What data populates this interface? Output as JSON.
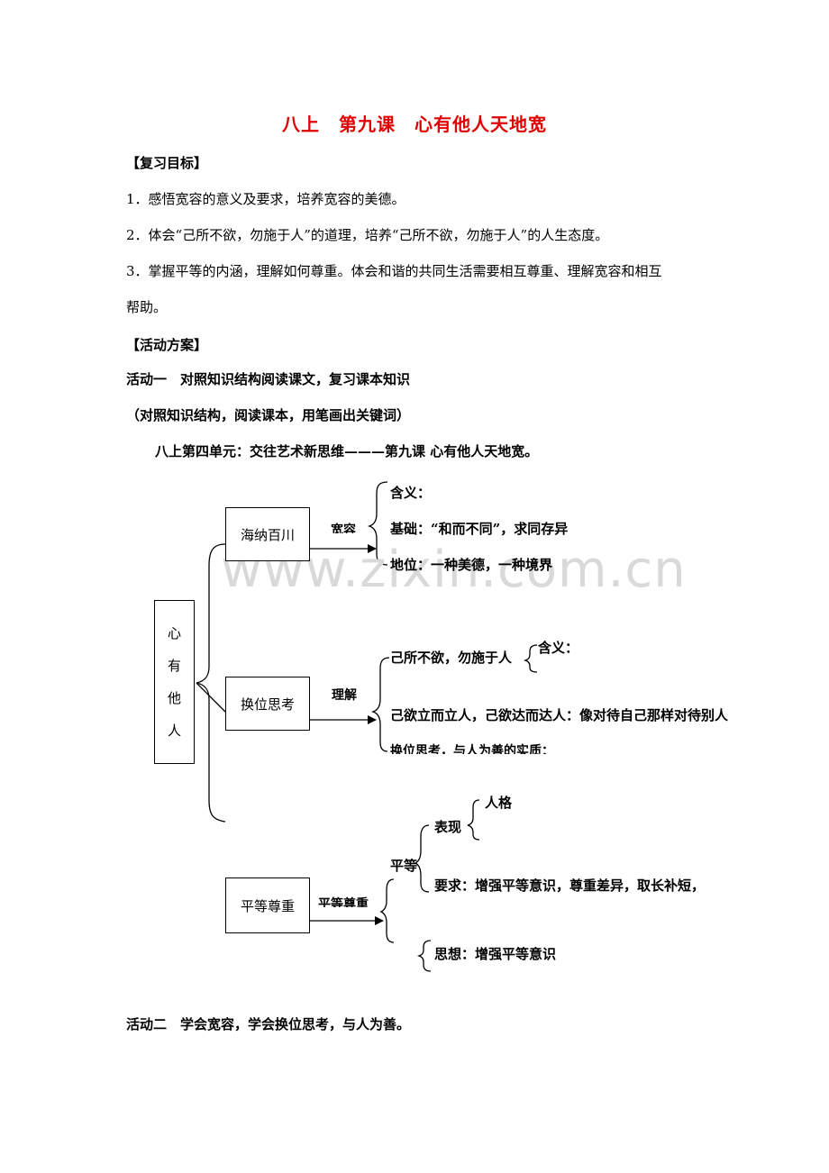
{
  "title": "八上　第九课　心有他人天地宽",
  "review": {
    "heading": "【复习目标】",
    "items": [
      "1．感悟宽容的意义及要求，培养宽容的美德。",
      "2．体会“己所不欲，勿施于人”的道理，培养“己所不欲，勿施于人”的人生态度。",
      "3．掌握平等的内涵，理解如何尊重。体会和谐的共同生活需要相互尊重、理解宽容和相互",
      "帮助。"
    ]
  },
  "activities": {
    "heading": "【活动方案】",
    "activity1_title": "活动一　对照知识结构阅读课文，复习课本知识",
    "activity1_note": "（对照知识结构，阅读课本，用笔画出关键词）",
    "unit_line": "八上第四单元：交往艺术新思维———第九课  心有他人天地宽。",
    "activity2_title": "活动二　学会宽容，学会换位思考，与人为善。"
  },
  "watermark": "www.zixin.com.cn",
  "diagram": {
    "root": [
      "心",
      "有",
      "他",
      "人"
    ],
    "branch1": {
      "box": "海纳百川",
      "arrow_label": "宽容",
      "items": [
        "含义：",
        "基础：“和而不同”，求同存异",
        "地位：一种美德，一种境界"
      ]
    },
    "branch2": {
      "box": "换位思考",
      "arrow_label": "理解",
      "item1": "己所不欲，勿施于人",
      "item1_sub": "含义：",
      "item2": "己欲立而立人，己欲达而达人：像对待自己那样对待别人",
      "item3": "换位思考，与人为善的实质："
    },
    "branch3": {
      "box": "平等尊重",
      "arrow_label": "平等尊重",
      "equality": "平等",
      "expression": "表现",
      "personality": "人格",
      "requirement": "要求：增强平等意识，尊重差异，取长补短，",
      "thought": "思想：增强平等意识"
    }
  }
}
